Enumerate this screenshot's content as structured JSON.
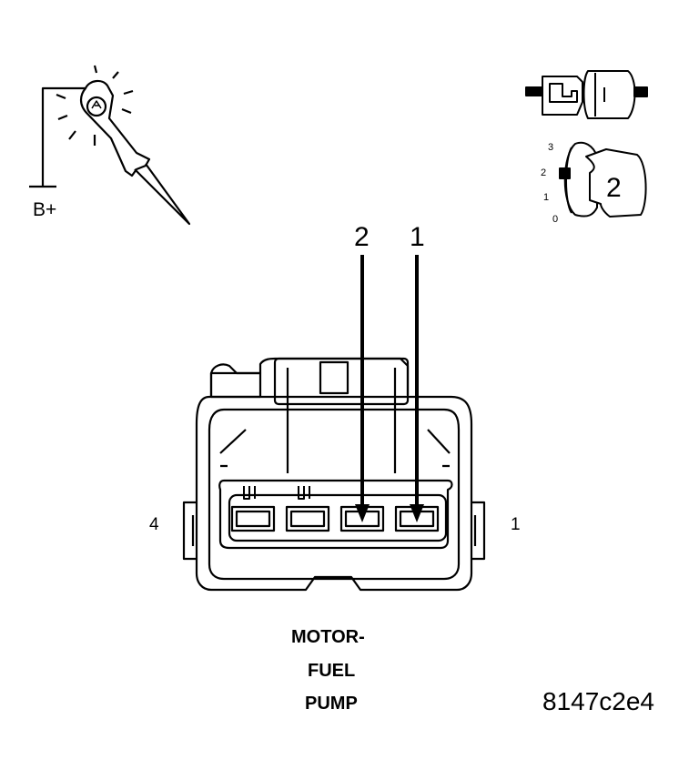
{
  "probe": {
    "label": "B+",
    "icon": "test-light-probe-icon"
  },
  "key_switch": {
    "icon": "ignition-key-switch-icon",
    "positions": [
      "3",
      "2",
      "1",
      "0"
    ],
    "selected": "2",
    "key_number": "2"
  },
  "connector": {
    "icon": "4-pin-connector-face-icon",
    "arrow_pins": [
      "2",
      "1"
    ],
    "side_left": "4",
    "side_right": "1"
  },
  "caption": {
    "line1": "MOTOR-",
    "line2": "FUEL",
    "line3": "PUMP"
  },
  "figure_code": "8147c2e4",
  "colors": {
    "ink": "#000000",
    "background": "#ffffff"
  }
}
